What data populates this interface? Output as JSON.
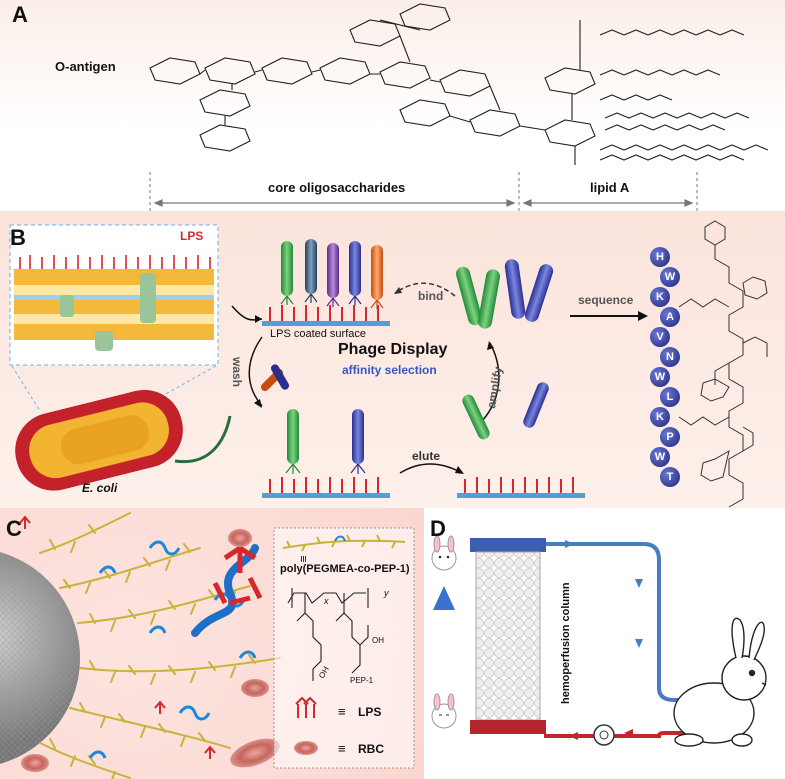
{
  "panels": {
    "a": {
      "label": "A",
      "o_antigen": "O-antigen",
      "core": "core oligosaccharides",
      "lipid": "lipid A"
    },
    "b": {
      "label": "B",
      "lps": "LPS",
      "ecoli": "E. coli",
      "surface": "LPS coated surface",
      "bind": "bind",
      "phage_display": "Phage Display",
      "affinity": "affinity selection",
      "wash": "wash",
      "amplify": "amplify",
      "elute": "elute",
      "sequence_label": "sequence",
      "sequence": [
        "H",
        "W",
        "K",
        "A",
        "V",
        "N",
        "W",
        "L",
        "K",
        "P",
        "W",
        "T"
      ]
    },
    "c": {
      "label": "C",
      "polymer": "poly(PEGMEA-co-PEP-1)",
      "sub_x": "x",
      "sub_y": "y",
      "oh": "OH",
      "pep": "PEP-1",
      "equiv": "≡",
      "lps": "LPS",
      "rbc": "RBC"
    },
    "d": {
      "label": "D",
      "column": "hemoperfusion column"
    }
  },
  "colors": {
    "lps_red": "#d7262c",
    "peptide_blue": "#2f3f9e",
    "flow_blue": "#4a7cc4",
    "flow_red": "#c2272d",
    "polymer_gold": "#c9b33a"
  }
}
